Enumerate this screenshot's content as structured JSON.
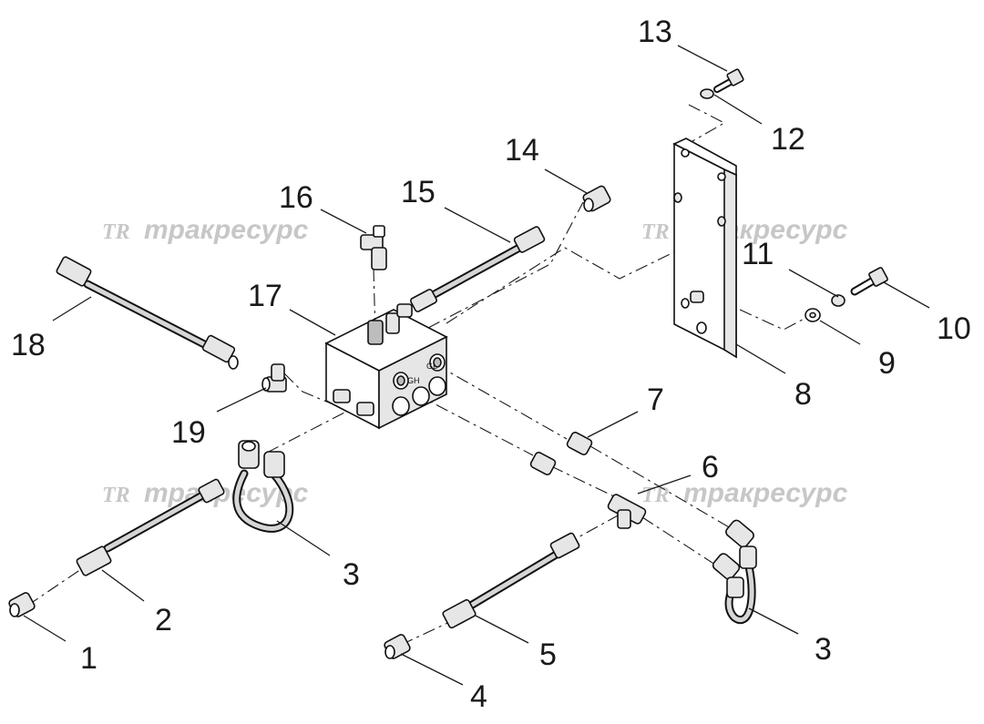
{
  "watermark": {
    "logo": "TR",
    "text": "тракресурс"
  },
  "callouts": [
    {
      "id": "c1",
      "label": "1"
    },
    {
      "id": "c2",
      "label": "2"
    },
    {
      "id": "c3a",
      "label": "3"
    },
    {
      "id": "c3b",
      "label": "3"
    },
    {
      "id": "c4",
      "label": "4"
    },
    {
      "id": "c5",
      "label": "5"
    },
    {
      "id": "c6",
      "label": "6"
    },
    {
      "id": "c7",
      "label": "7"
    },
    {
      "id": "c8",
      "label": "8"
    },
    {
      "id": "c9",
      "label": "9"
    },
    {
      "id": "c10",
      "label": "10"
    },
    {
      "id": "c11",
      "label": "11"
    },
    {
      "id": "c12",
      "label": "12"
    },
    {
      "id": "c13",
      "label": "13"
    },
    {
      "id": "c14",
      "label": "14"
    },
    {
      "id": "c15",
      "label": "15"
    },
    {
      "id": "c16",
      "label": "16"
    },
    {
      "id": "c17",
      "label": "17"
    },
    {
      "id": "c18",
      "label": "18"
    },
    {
      "id": "c19",
      "label": "19"
    }
  ],
  "block_ports": {
    "port_a": "GH",
    "port_b": "GL"
  }
}
